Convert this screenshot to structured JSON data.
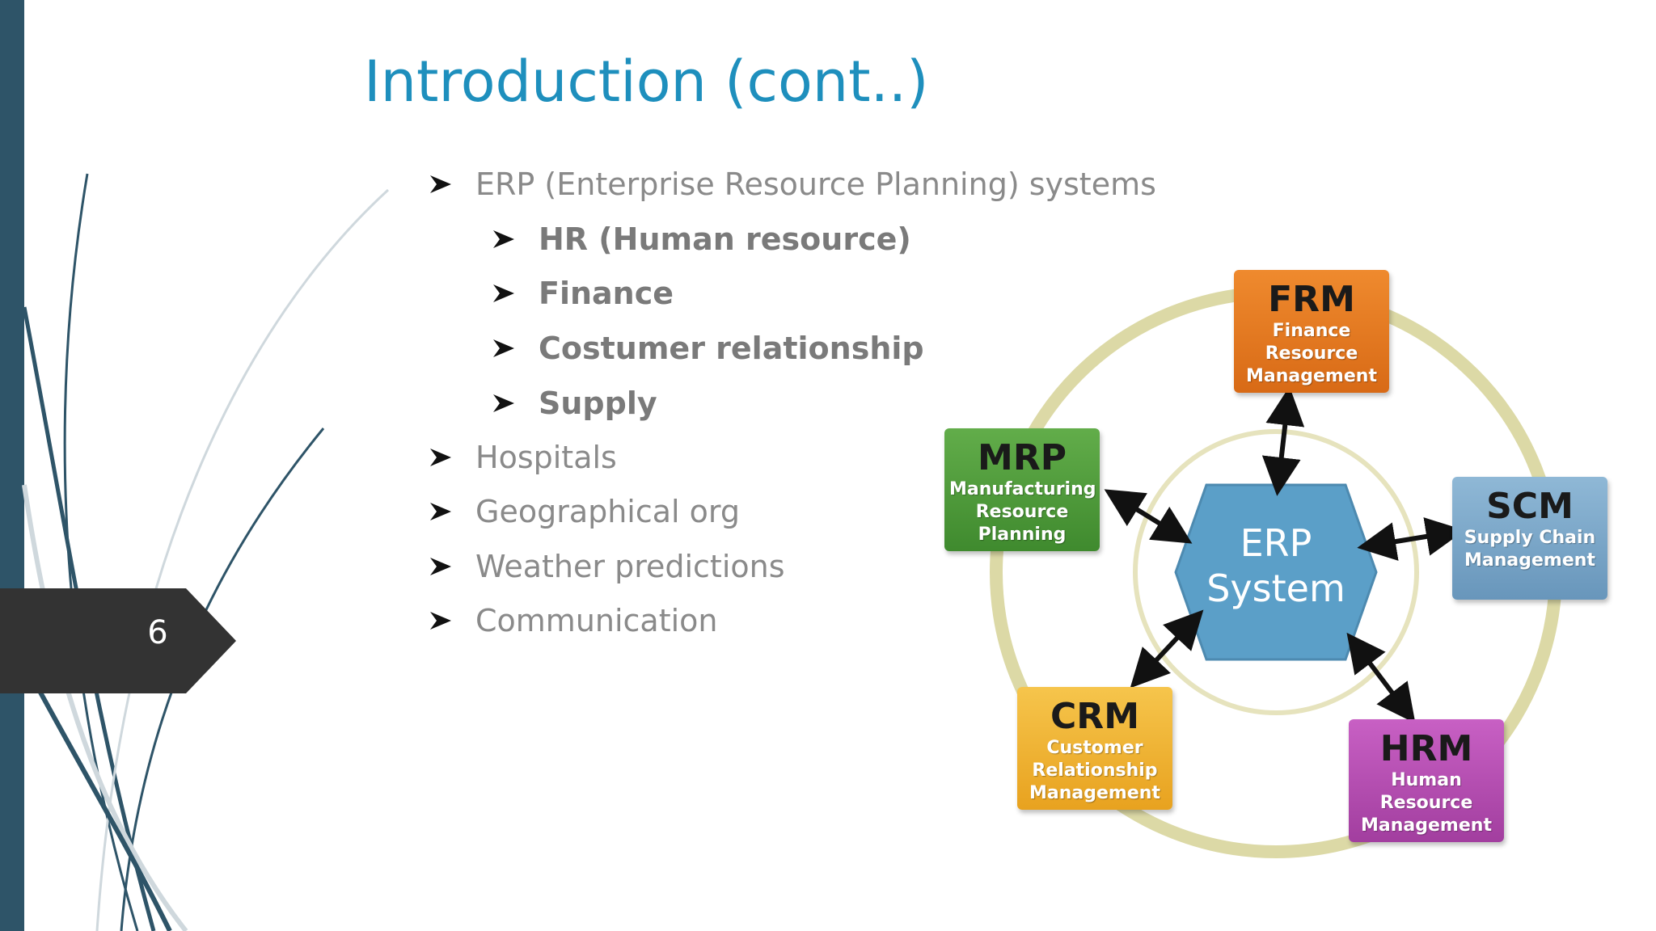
{
  "slide": {
    "title": "Introduction (cont..)",
    "page_number": "6"
  },
  "bullets": [
    {
      "text": "ERP (Enterprise Resource Planning) systems",
      "level": 1
    },
    {
      "text": "HR (Human resource)",
      "level": 2
    },
    {
      "text": "Finance",
      "level": 2
    },
    {
      "text": "Costumer relationship",
      "level": 2
    },
    {
      "text": "Supply",
      "level": 2
    },
    {
      "text": "Hospitals",
      "level": 1
    },
    {
      "text": "Geographical org",
      "level": 1
    },
    {
      "text": "Weather predictions",
      "level": 1
    },
    {
      "text": "Communication",
      "level": 1
    }
  ],
  "diagram": {
    "center": {
      "line1": "ERP",
      "line2": "System",
      "color": "#5b9fc8"
    },
    "modules": [
      {
        "abbr": "FRM",
        "full": "Finance Resource Management",
        "color": "#e77b22"
      },
      {
        "abbr": "MRP",
        "full": "Manufacturing Resource Planning",
        "color": "#4e9a3a"
      },
      {
        "abbr": "SCM",
        "full": "Supply Chain Management",
        "color": "#7aa8c9"
      },
      {
        "abbr": "CRM",
        "full": "Customer Relationship Management",
        "color": "#f0b431"
      },
      {
        "abbr": "HRM",
        "full": "Human Resource Management",
        "color": "#b94cb6"
      }
    ],
    "ring_color": "#dcd9a6"
  },
  "theme": {
    "accent": "#1e8fbd",
    "strip": "#2e5468",
    "tag": "#333333"
  }
}
